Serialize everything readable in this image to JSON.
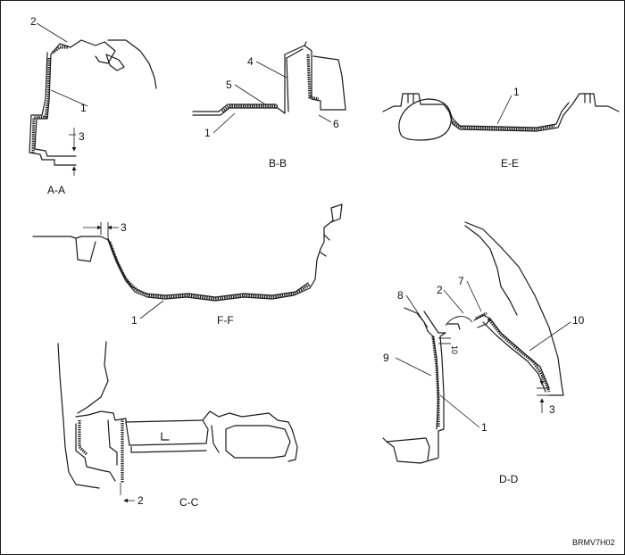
{
  "views": [
    {
      "id": "aa",
      "title": "A-A",
      "callouts": [
        "2",
        "1",
        "3"
      ]
    },
    {
      "id": "bb",
      "title": "B-B",
      "callouts": [
        "4",
        "5",
        "1",
        "6"
      ]
    },
    {
      "id": "ee",
      "title": "E-E",
      "callouts": [
        "1"
      ]
    },
    {
      "id": "ff",
      "title": "F-F",
      "callouts": [
        "3",
        "1"
      ]
    },
    {
      "id": "cc",
      "title": "C-C",
      "callouts": [
        "2"
      ]
    },
    {
      "id": "dd",
      "title": "D-D",
      "callouts": [
        "8",
        "2",
        "7",
        "10",
        "9",
        "10",
        "1",
        "3"
      ]
    }
  ],
  "figure_code": "BRMV7H02"
}
